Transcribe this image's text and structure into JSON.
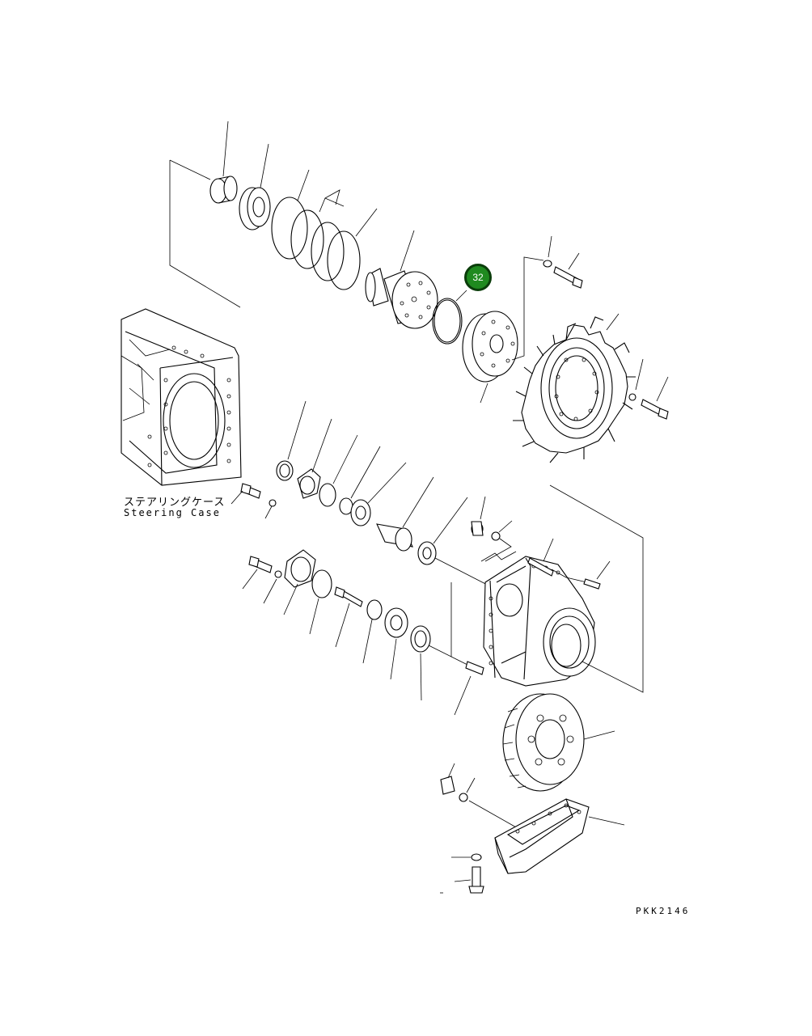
{
  "labels": {
    "steering_case_jp": "ステアリングケース",
    "steering_case_en": "Steering Case",
    "drawing_code": "PKK2146"
  },
  "callouts": [
    {
      "number": "32",
      "color": "#1f8a1f",
      "border": "#0a3d0a"
    }
  ],
  "colors": {
    "line": "#000000",
    "background": "#ffffff"
  }
}
